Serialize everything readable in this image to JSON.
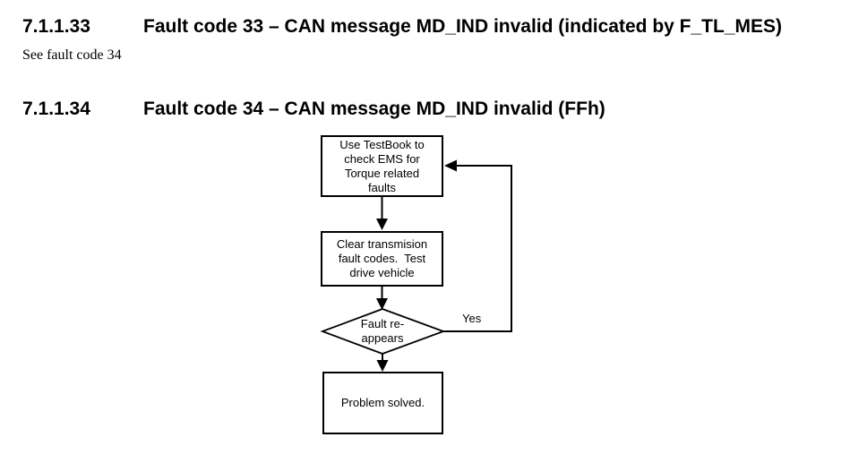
{
  "page": {
    "background": "#ffffff",
    "text_color": "#000000"
  },
  "sections": [
    {
      "number": "7.1.1.33",
      "title": "Fault code 33 – CAN message MD_IND invalid (indicated by F_TL_MES)",
      "body": "See fault code 34"
    },
    {
      "number": "7.1.1.34",
      "title": "Fault code 34 – CAN message MD_IND invalid (FFh)"
    }
  ],
  "flowchart": {
    "line_color": "#000000",
    "nodes": {
      "step1": {
        "type": "process",
        "lines": [
          "Use TestBook to",
          "check EMS for",
          "Torque related",
          "faults"
        ]
      },
      "step2": {
        "type": "process",
        "lines": [
          "Clear transmision",
          "fault codes.  Test",
          "drive vehicle"
        ]
      },
      "decision": {
        "type": "decision",
        "lines": [
          "Fault re-",
          "appears"
        ]
      },
      "step3": {
        "type": "terminal",
        "text": "Problem solved."
      }
    },
    "edges": {
      "loop_label": "Yes"
    }
  }
}
